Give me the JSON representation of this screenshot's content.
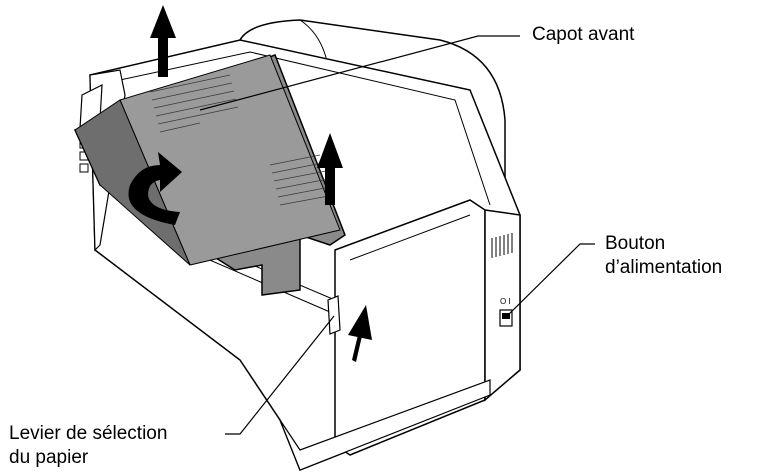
{
  "labels": {
    "front_cover": "Capot avant",
    "power_button_line1": "Bouton",
    "power_button_line2": "d’alimentation",
    "paper_lever_line1": "Levier de sélection",
    "paper_lever_line2": "du papier"
  },
  "switch_marks": "O I",
  "colors": {
    "cover_fill": "#8a8a8a",
    "cover_dark": "#6e6e6e",
    "body_fill": "#ffffff",
    "outline": "#000000",
    "arrow_fill": "#000000"
  }
}
